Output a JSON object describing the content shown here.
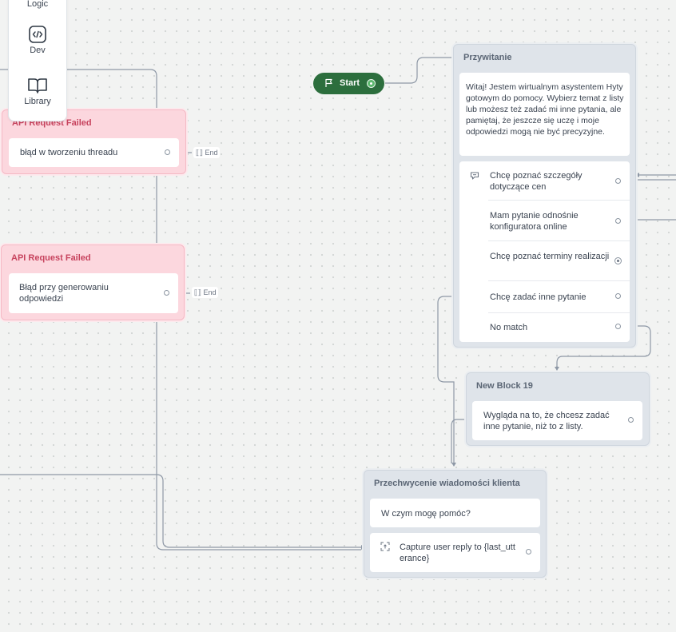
{
  "toolbar": {
    "items": [
      {
        "label": "Logic",
        "icon": "logic-icon"
      },
      {
        "label": "Dev",
        "icon": "code-icon"
      },
      {
        "label": "Library",
        "icon": "book-icon"
      }
    ]
  },
  "start": {
    "label": "Start"
  },
  "blocks": {
    "api_failed_1": {
      "title": "API Request Failed",
      "step": "błąd w tworzeniu threadu",
      "end": "End"
    },
    "api_failed_2": {
      "title": "API Request Failed",
      "step": "Błąd przy generowaniu odpowiedzi",
      "end": "End"
    },
    "przywitanie": {
      "title": "Przywitanie",
      "message": "Witaj! Jestem wirtualnym asystentem Hyty gotowym do pomocy. Wybierz temat z listy lub możesz też zadać mi inne pytania, ale pamiętaj, że jeszcze się uczę i moje odpowiedzi mogą nie być precyzyjne.",
      "choices": [
        "Chcę poznać szczegóły dotyczące cen",
        "Mam pytanie odnośnie konfiguratora online",
        "Chcę poznać terminy realizacji",
        "Chcę zadać inne pytanie",
        "No match"
      ]
    },
    "new_block_19": {
      "title": "New Block 19",
      "message": "Wygląda na to, że chcesz zadać inne pytanie, niż to z listy."
    },
    "przechwycenie": {
      "title": "Przechwycenie wiadomości klienta",
      "message": "W czym mogę pomóc?",
      "capture": "Capture user reply to {last_utterance}"
    }
  },
  "colors": {
    "canvas": "#f2f3f2",
    "start": "#2c6e3d",
    "error_block": "#fcd7de",
    "block": "#dfe4ea",
    "wire": "#8e98a6"
  }
}
